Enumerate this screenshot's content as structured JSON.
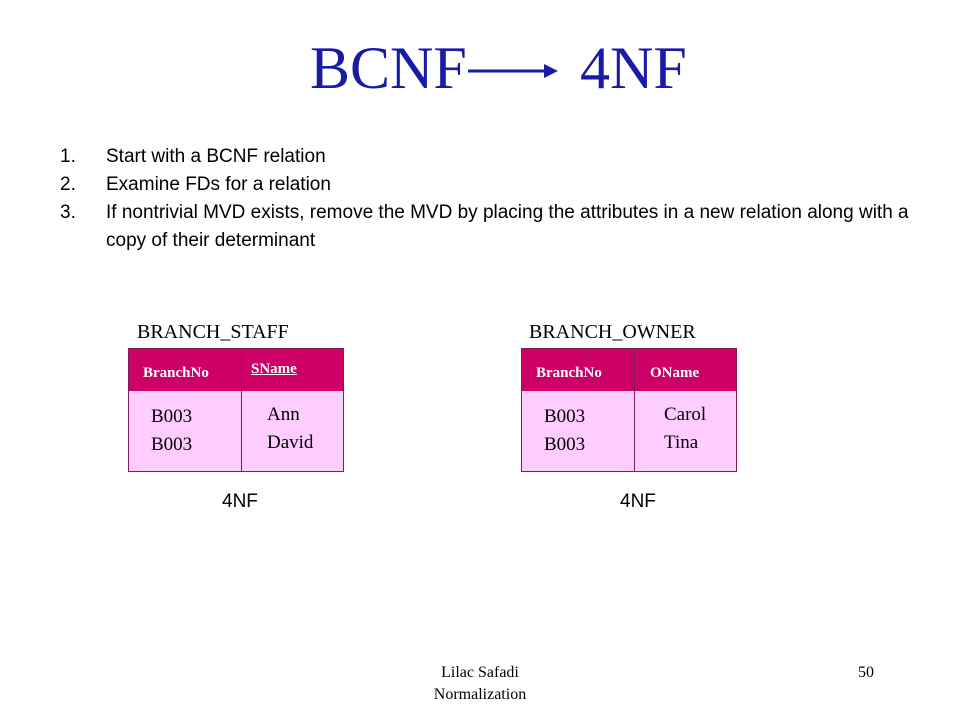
{
  "title": {
    "left": "BCNF",
    "right": "4NF"
  },
  "steps": [
    {
      "num": "1.",
      "text": "Start with a BCNF relation"
    },
    {
      "num": "2.",
      "text": "Examine FDs for a relation"
    },
    {
      "num": "3.",
      "text": "If nontrivial MVD exists, remove the MVD by placing the attributes in a new relation along with a copy of their determinant"
    }
  ],
  "relations": [
    {
      "name": "BRANCH_STAFF",
      "columns": [
        "BranchNo",
        "SName"
      ],
      "col1": "B003\nB003",
      "col2": "Ann\nDavid",
      "nf": "4NF"
    },
    {
      "name": "BRANCH_OWNER",
      "columns": [
        "BranchNo",
        "OName"
      ],
      "col1": "B003\nB003",
      "col2": "Carol\nTina",
      "nf": "4NF"
    }
  ],
  "footer": {
    "author": "Lilac Safadi",
    "topic": "Normalization",
    "page": "50"
  },
  "colors": {
    "title": "#1a1aa6",
    "header": "#cc0066",
    "body": "#ffccff"
  }
}
